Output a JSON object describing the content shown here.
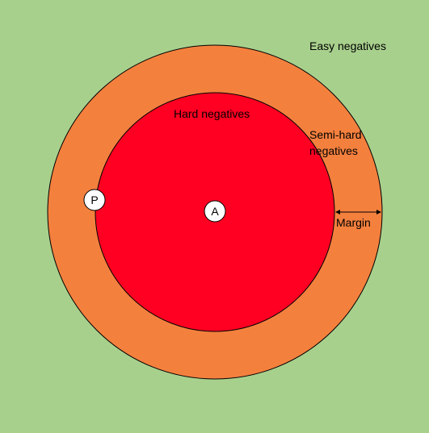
{
  "colors": {
    "background": "#a8d08d",
    "outer_ring": "#f4803e",
    "inner_circle": "#ff0022",
    "point_fill": "#ffffff",
    "stroke": "#000000"
  },
  "regions": {
    "easy": "Easy negatives",
    "semi_hard": "Semi-hard\nnegatives",
    "hard": "Hard negatives"
  },
  "points": {
    "anchor": "A",
    "positive": "P"
  },
  "annotations": {
    "margin": "Margin"
  }
}
